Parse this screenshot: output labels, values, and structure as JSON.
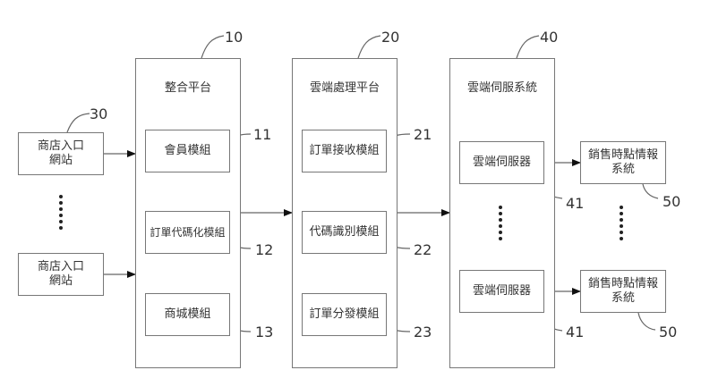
{
  "diagram": {
    "store_sites": [
      {
        "label_line1": "商店入口",
        "label_line2": "網站",
        "ref": "30"
      },
      {
        "label_line1": "商店入口",
        "label_line2": "網站"
      }
    ],
    "integration_platform": {
      "title": "整合平台",
      "ref": "10",
      "modules": [
        {
          "label": "會員模組",
          "ref": "11"
        },
        {
          "label": "訂單代碼化模組",
          "ref": "12"
        },
        {
          "label": "商城模組",
          "ref": "13"
        }
      ]
    },
    "cloud_processing_platform": {
      "title": "雲端處理平台",
      "ref": "20",
      "modules": [
        {
          "label": "訂單接收模組",
          "ref": "21"
        },
        {
          "label": "代碼識別模組",
          "ref": "22"
        },
        {
          "label": "訂單分發模組",
          "ref": "23"
        }
      ]
    },
    "cloud_server_system": {
      "title": "雲端伺服系統",
      "ref": "40",
      "servers": [
        {
          "label": "雲端伺服器",
          "ref": "41"
        },
        {
          "label": "雲端伺服器",
          "ref": "41"
        }
      ]
    },
    "pos_systems": [
      {
        "label_line1": "銷售時點情報",
        "label_line2": "系統",
        "ref": "50"
      },
      {
        "label_line1": "銷售時點情報",
        "label_line2": "系統",
        "ref": "50"
      }
    ]
  }
}
